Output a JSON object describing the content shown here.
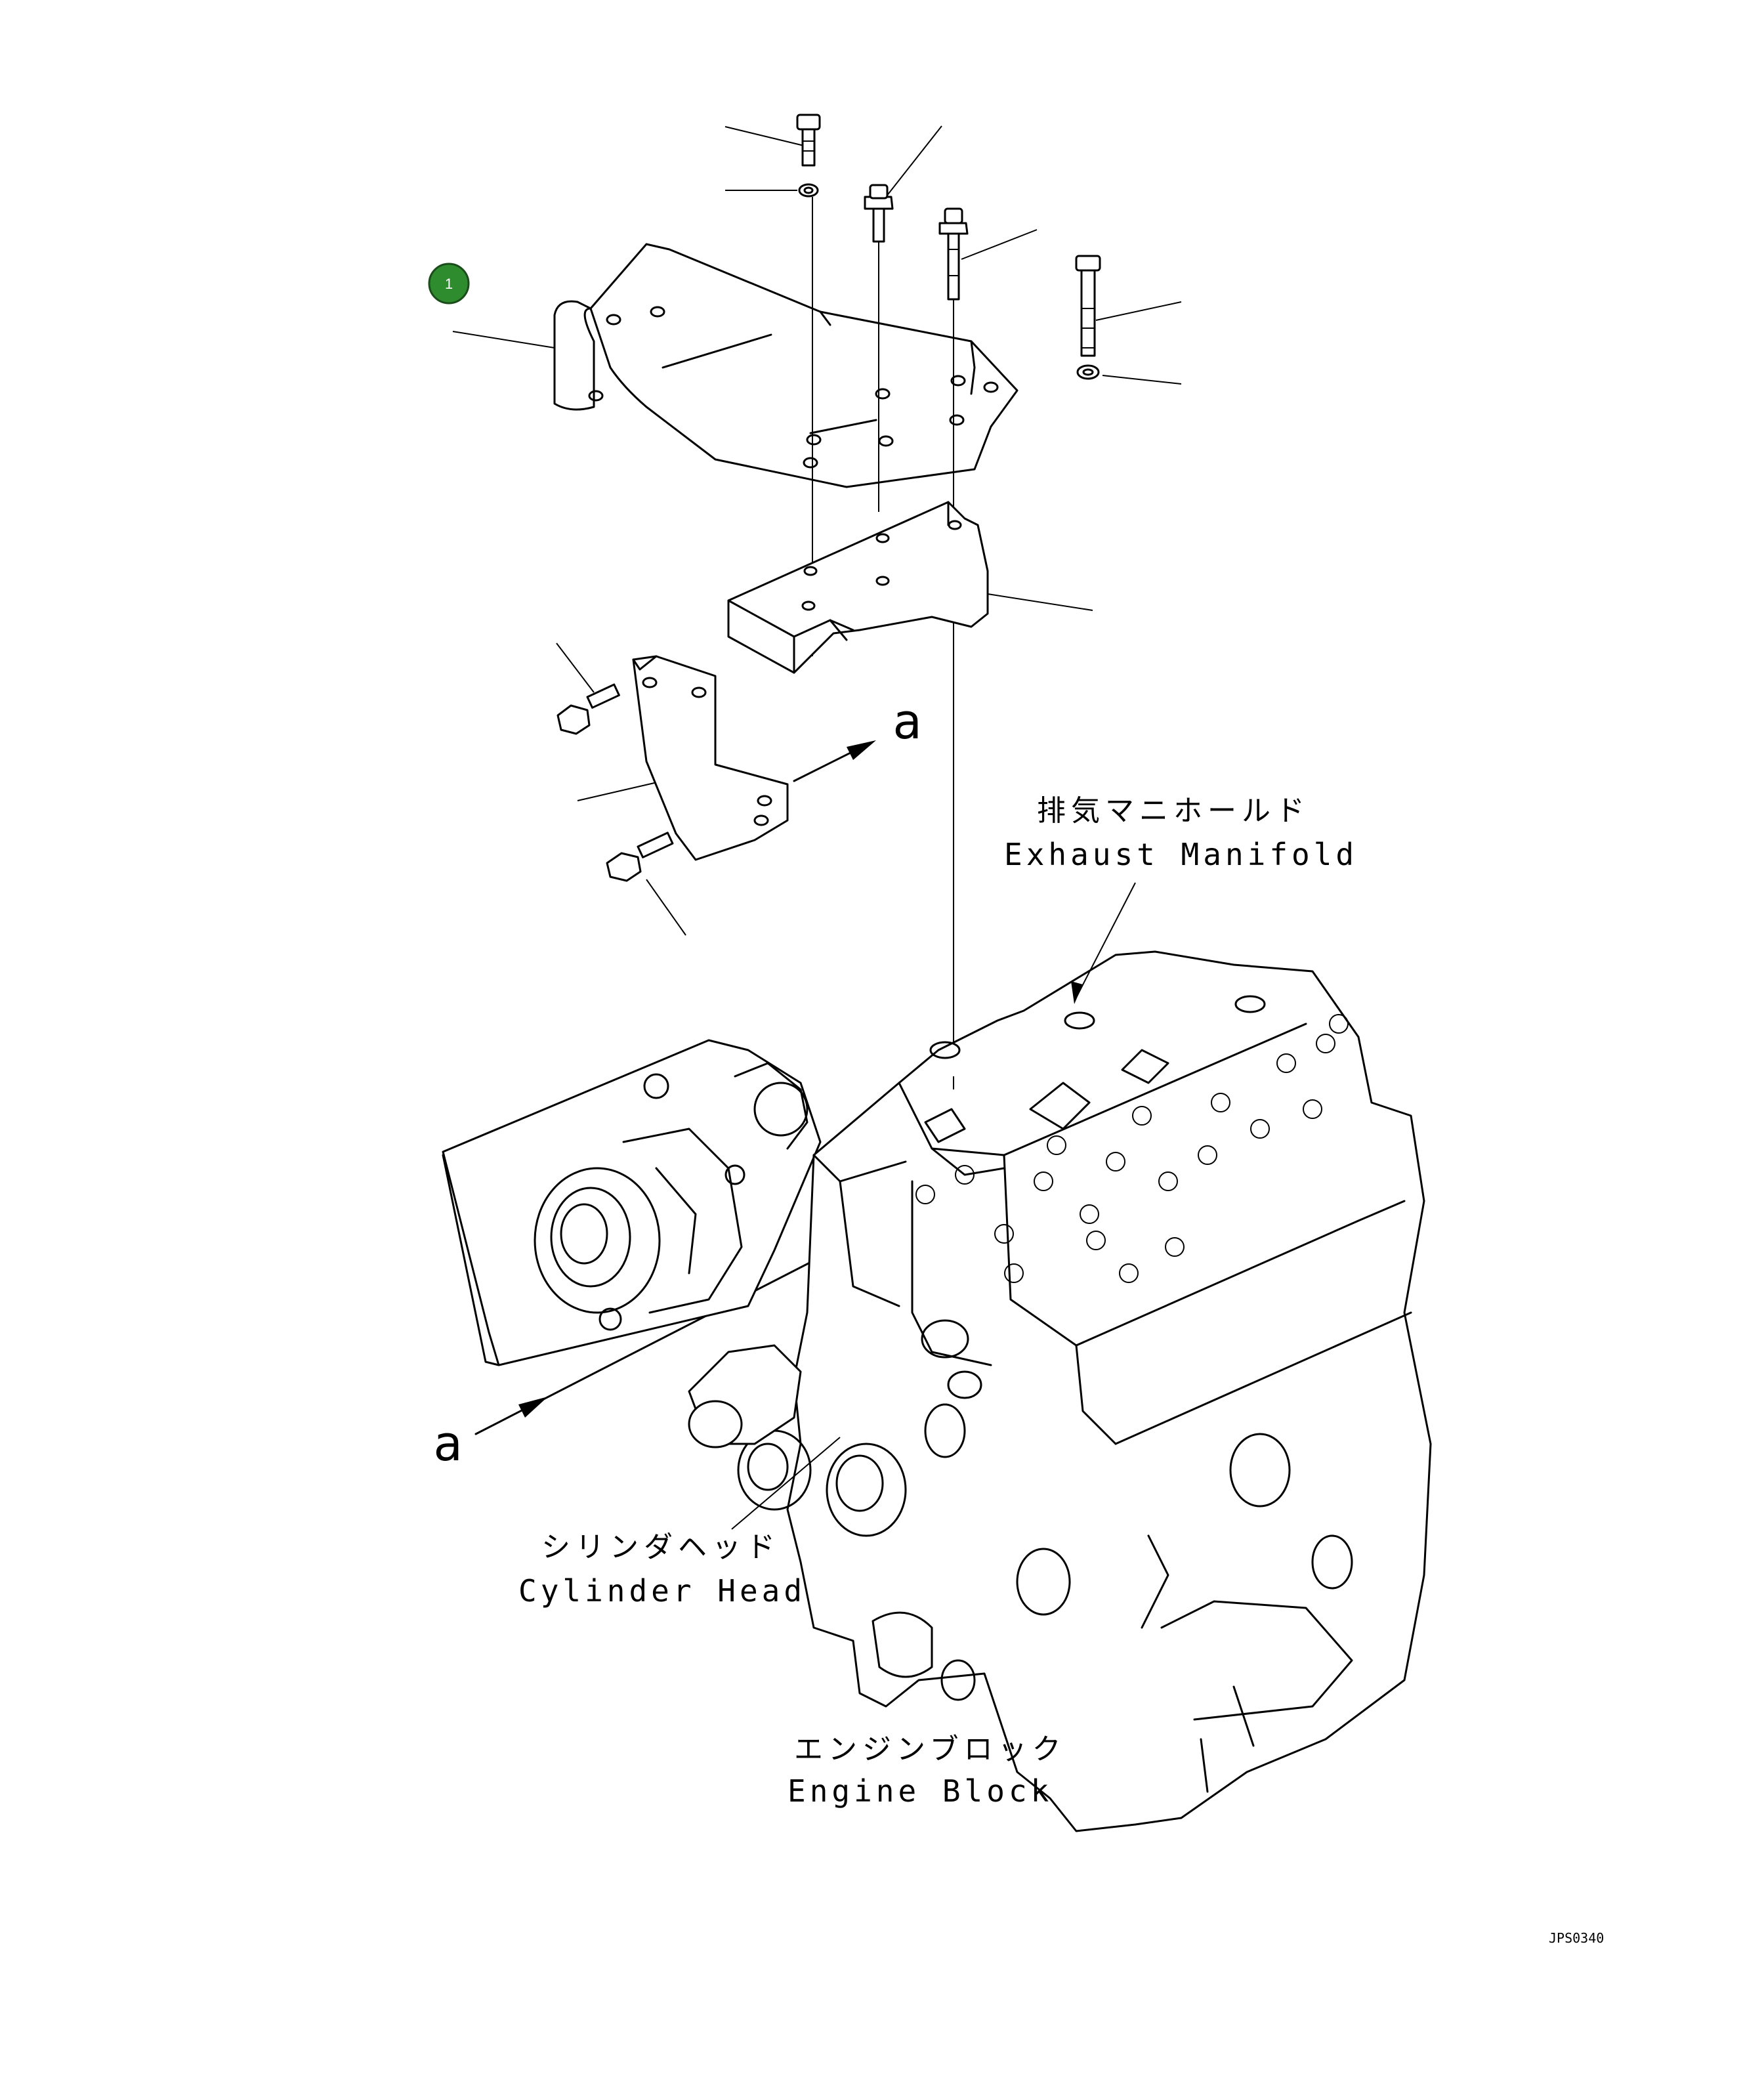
{
  "callout": {
    "number": "1",
    "color": "#2e8b2e"
  },
  "labels": {
    "exhaust_manifold_jp": "排気マニホールド",
    "exhaust_manifold_en": "Exhaust Manifold",
    "cylinder_head_jp": "シリンダヘッド",
    "cylinder_head_en": "Cylinder Head",
    "engine_block_jp": "エンジンブロック",
    "engine_block_en": "Engine Block",
    "view_marker_top": "a",
    "view_marker_bottom": "a"
  },
  "drawing_code": "JPS0340"
}
